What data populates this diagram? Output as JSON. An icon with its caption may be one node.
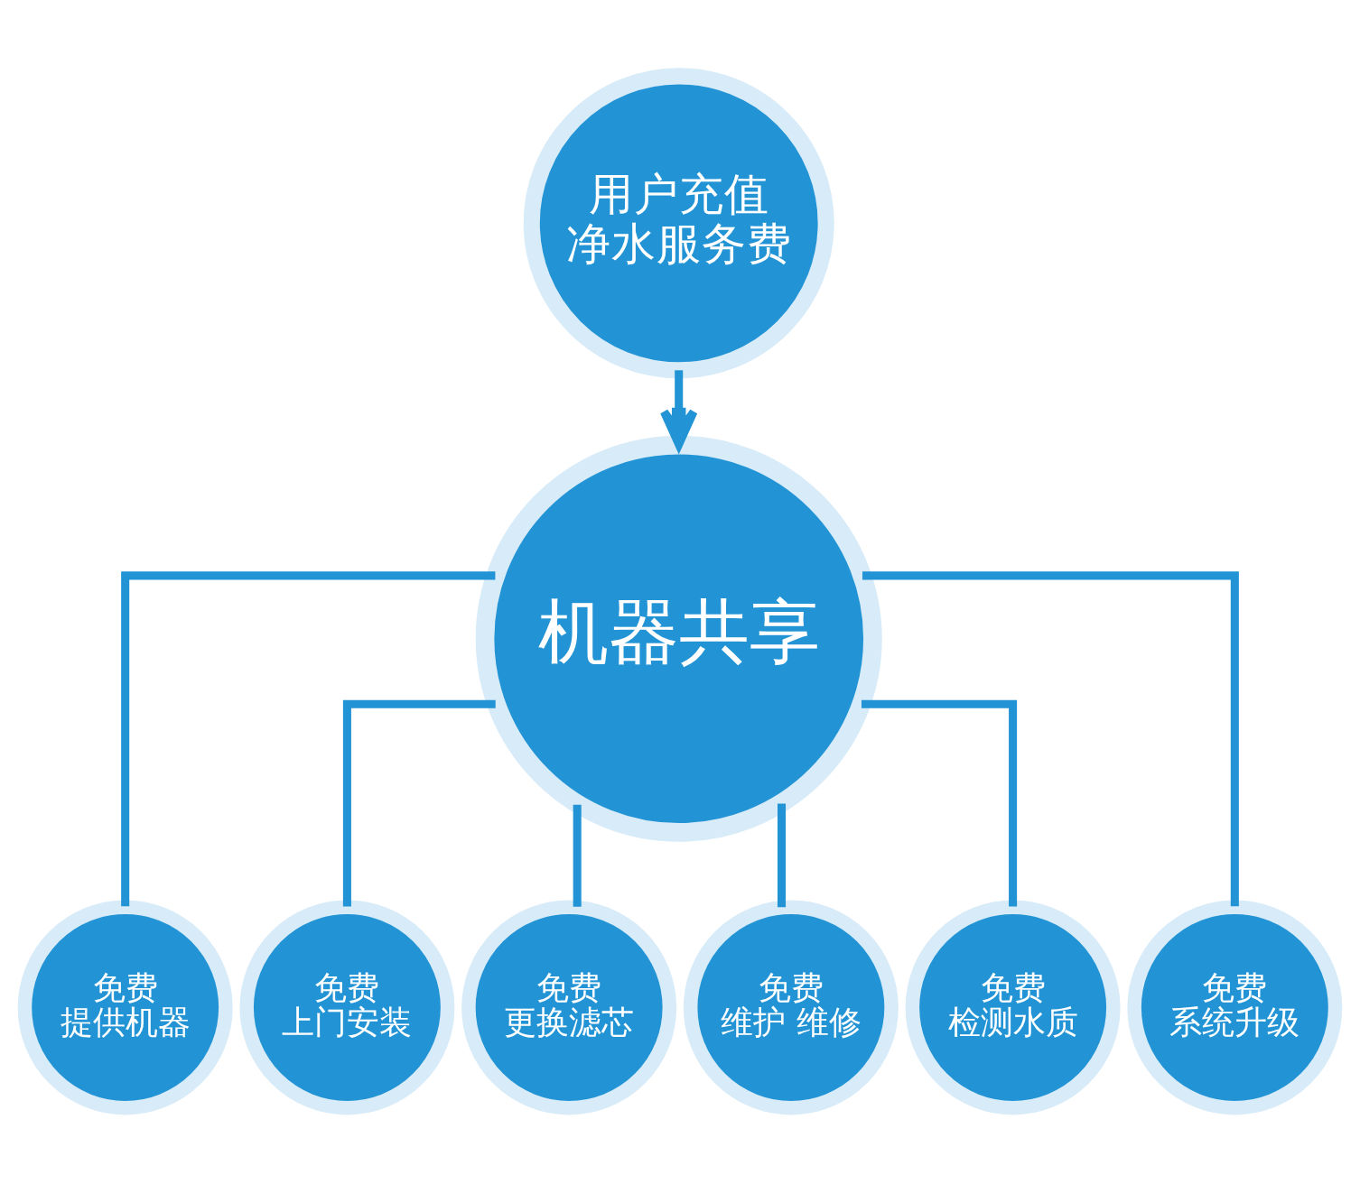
{
  "diagram": {
    "nodes": [
      {
        "text": [
          "用户充值净水服务费"
        ]
      },
      {
        "text": [
          "机器共享"
        ]
      },
      {
        "text": [
          "免费",
          "提供机器"
        ]
      },
      {
        "text": [
          "免费",
          "上门安装"
        ]
      },
      {
        "text": [
          "免费",
          "更换滤芯"
        ]
      },
      {
        "text": [
          "免费",
          "维护 维修"
        ]
      },
      {
        "text": [
          "免费",
          "检测水质"
        ]
      },
      {
        "text": [
          "免费",
          "系统升级"
        ]
      }
    ],
    "edges": [
      {
        "from": 0,
        "to": 1,
        "arrow": "to"
      },
      {
        "from": 1,
        "to": 2,
        "arrow": "none"
      },
      {
        "from": 1,
        "to": 3,
        "arrow": "none"
      },
      {
        "from": 1,
        "to": 4,
        "arrow": "none"
      },
      {
        "from": 1,
        "to": 5,
        "arrow": "none"
      },
      {
        "from": 1,
        "to": 6,
        "arrow": "none"
      },
      {
        "from": 1,
        "to": 7,
        "arrow": "none"
      }
    ]
  }
}
